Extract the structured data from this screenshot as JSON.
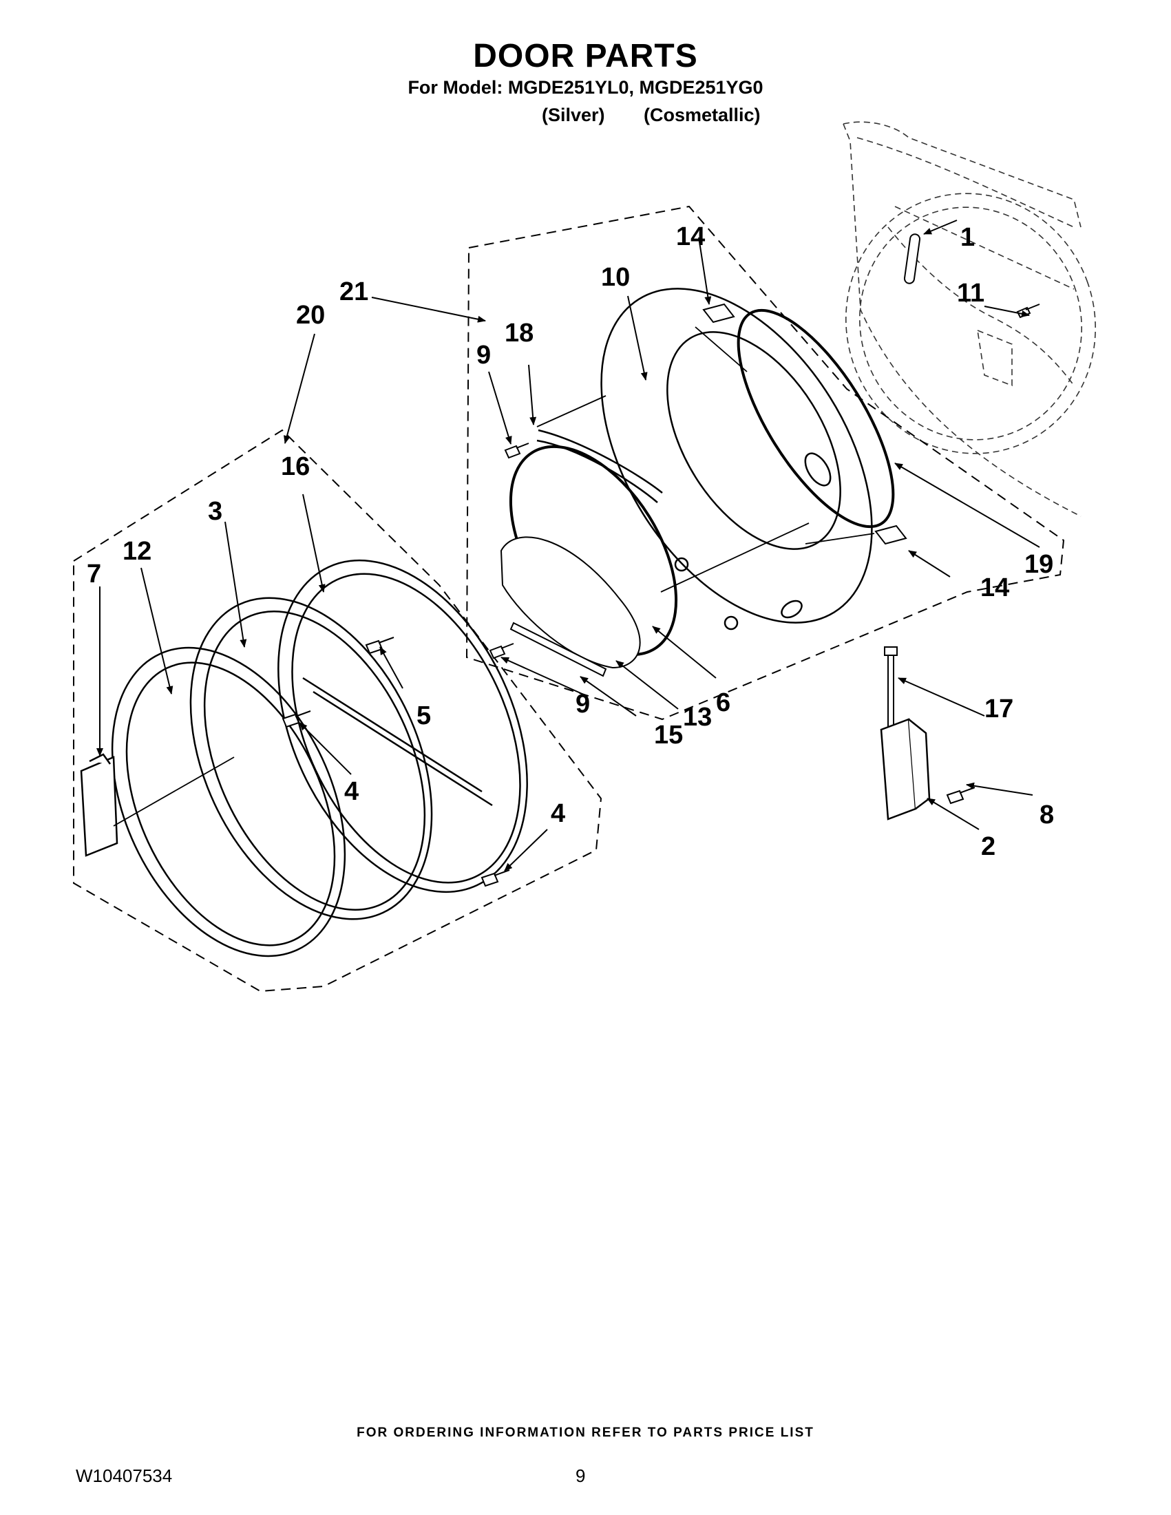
{
  "header": {
    "title": "DOOR PARTS",
    "model_line": "For Model: MGDE251YL0, MGDE251YG0",
    "variant_1": "(Silver)",
    "variant_2": "(Cosmetallic)"
  },
  "diagram": {
    "callouts": {
      "c1": "1",
      "c2": "2",
      "c3": "3",
      "c4a": "4",
      "c4b": "4",
      "c5": "5",
      "c6": "6",
      "c7": "7",
      "c8": "8",
      "c9a": "9",
      "c9b": "9",
      "c10": "10",
      "c11": "11",
      "c12": "12",
      "c13": "13",
      "c14a": "14",
      "c14b": "14",
      "c15": "15",
      "c16": "16",
      "c17": "17",
      "c18": "18",
      "c19": "19",
      "c20": "20",
      "c21": "21"
    }
  },
  "footer": {
    "ordering_note": "FOR ORDERING INFORMATION REFER TO PARTS PRICE LIST",
    "doc_number": "W10407534",
    "page_number": "9"
  }
}
